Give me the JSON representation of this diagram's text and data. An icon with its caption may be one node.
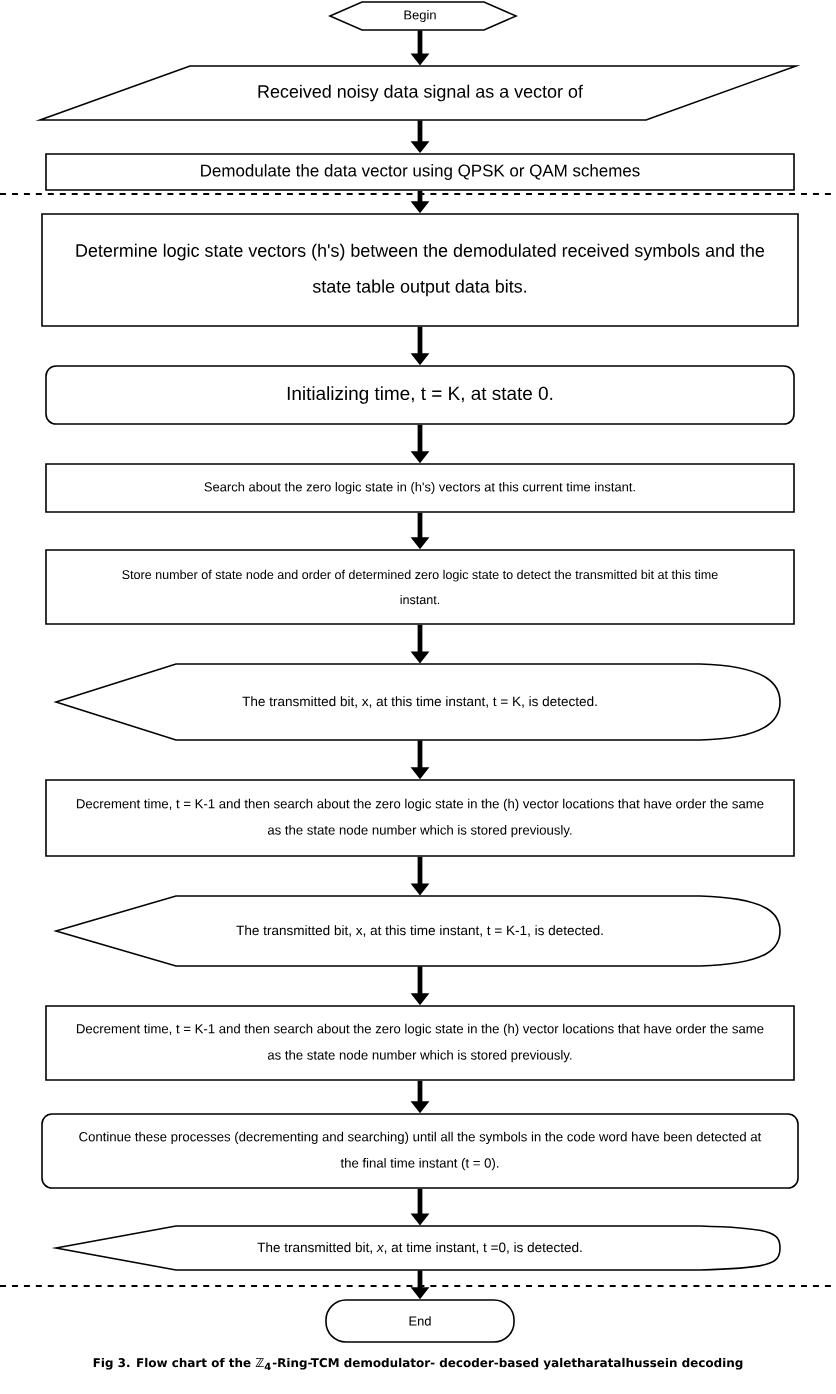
{
  "diagram": {
    "caption": "Fig 3. Flow chart of the ℤ$_{4}$-Ring-TCM demodulator- decoder-based yaletharatalhussein decoding",
    "nodes": [
      {
        "text": [
          "Begin"
        ]
      },
      {
        "text": [
          "Received noisy data signal as a vector of"
        ]
      },
      {
        "text": [
          "Demodulate the data vector using QPSK or QAM schemes"
        ]
      },
      {
        "text": [
          "Determine logic state vectors (h's) between the demodulated received symbols and the state table output data bits."
        ]
      },
      {
        "text": [
          "Initializing time, t = K, at state 0."
        ]
      },
      {
        "text": [
          "Search about the zero logic state in (h's) vectors at this current time instant."
        ]
      },
      {
        "text": [
          "Store number of state node and order of determined zero logic state to detect the transmitted bit at this time instant."
        ]
      },
      {
        "text": [
          "The transmitted bit, x, at this time instant, t = K, is detected."
        ]
      },
      {
        "text": [
          "Decrement time, t = K-1 and then search about the zero logic state in the (h) vector locations that have order the same as the state node number which is stored previously."
        ]
      },
      {
        "text": [
          "The transmitted bit, x, at this time instant, t = K-1, is detected."
        ]
      },
      {
        "text": [
          "Decrement time, t = K-1 and then search about the zero logic state in the (h) vector locations that have order the same as the state node number which is stored previously."
        ]
      },
      {
        "text": [
          "Continue these processes (decrementing and searching) until all the symbols in the code word have been detected at the final time instant (t = 0)."
        ]
      },
      {
        "text": [
          "The transmitted bit, *x*, at time instant, t =0, is detected."
        ]
      },
      {
        "text": [
          "End"
        ]
      }
    ],
    "edges": [
      {
        "from": 0,
        "to": 1,
        "arrow": "to"
      },
      {
        "from": 1,
        "to": 2,
        "arrow": "to"
      },
      {
        "from": 2,
        "to": 3,
        "arrow": "to"
      },
      {
        "from": 3,
        "to": 4,
        "arrow": "to"
      },
      {
        "from": 4,
        "to": 5,
        "arrow": "to"
      },
      {
        "from": 5,
        "to": 6,
        "arrow": "to"
      },
      {
        "from": 6,
        "to": 7,
        "arrow": "to"
      },
      {
        "from": 7,
        "to": 8,
        "arrow": "to"
      },
      {
        "from": 8,
        "to": 9,
        "arrow": "to"
      },
      {
        "from": 9,
        "to": 10,
        "arrow": "to"
      },
      {
        "from": 10,
        "to": 11,
        "arrow": "to"
      },
      {
        "from": 11,
        "to": 12,
        "arrow": "to"
      },
      {
        "from": 12,
        "to": 13,
        "arrow": "to"
      }
    ]
  }
}
